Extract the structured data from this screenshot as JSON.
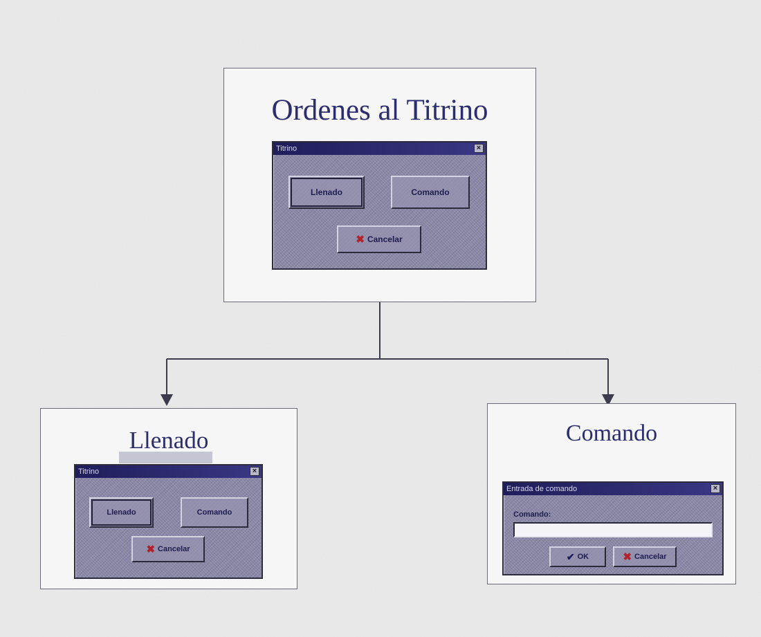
{
  "top_panel": {
    "title": "Ordenes al Titrino",
    "dialog": {
      "window_title": "Titrino",
      "close_glyph": "×",
      "buttons": {
        "llenado": "Llenado",
        "comando": "Comando",
        "cancelar": "Cancelar"
      }
    }
  },
  "left_panel": {
    "title": "Llenado",
    "dialog": {
      "window_title": "Titrino",
      "close_glyph": "×",
      "buttons": {
        "llenado": "Llenado",
        "comando": "Comando",
        "cancelar": "Cancelar"
      }
    }
  },
  "right_panel": {
    "title": "Comando",
    "dialog": {
      "window_title": "Entrada de comando",
      "close_glyph": "×",
      "field_label": "Comando:",
      "field_value": "",
      "buttons": {
        "ok": "OK",
        "cancelar": "Cancelar"
      }
    }
  },
  "icons": {
    "cancel": "✖",
    "ok": "✔"
  },
  "colors": {
    "title_text": "#2b2d6e",
    "dialog_body": "#8a88a6",
    "titlebar": "#1f1d5a",
    "cancel_icon": "#b1232b"
  }
}
